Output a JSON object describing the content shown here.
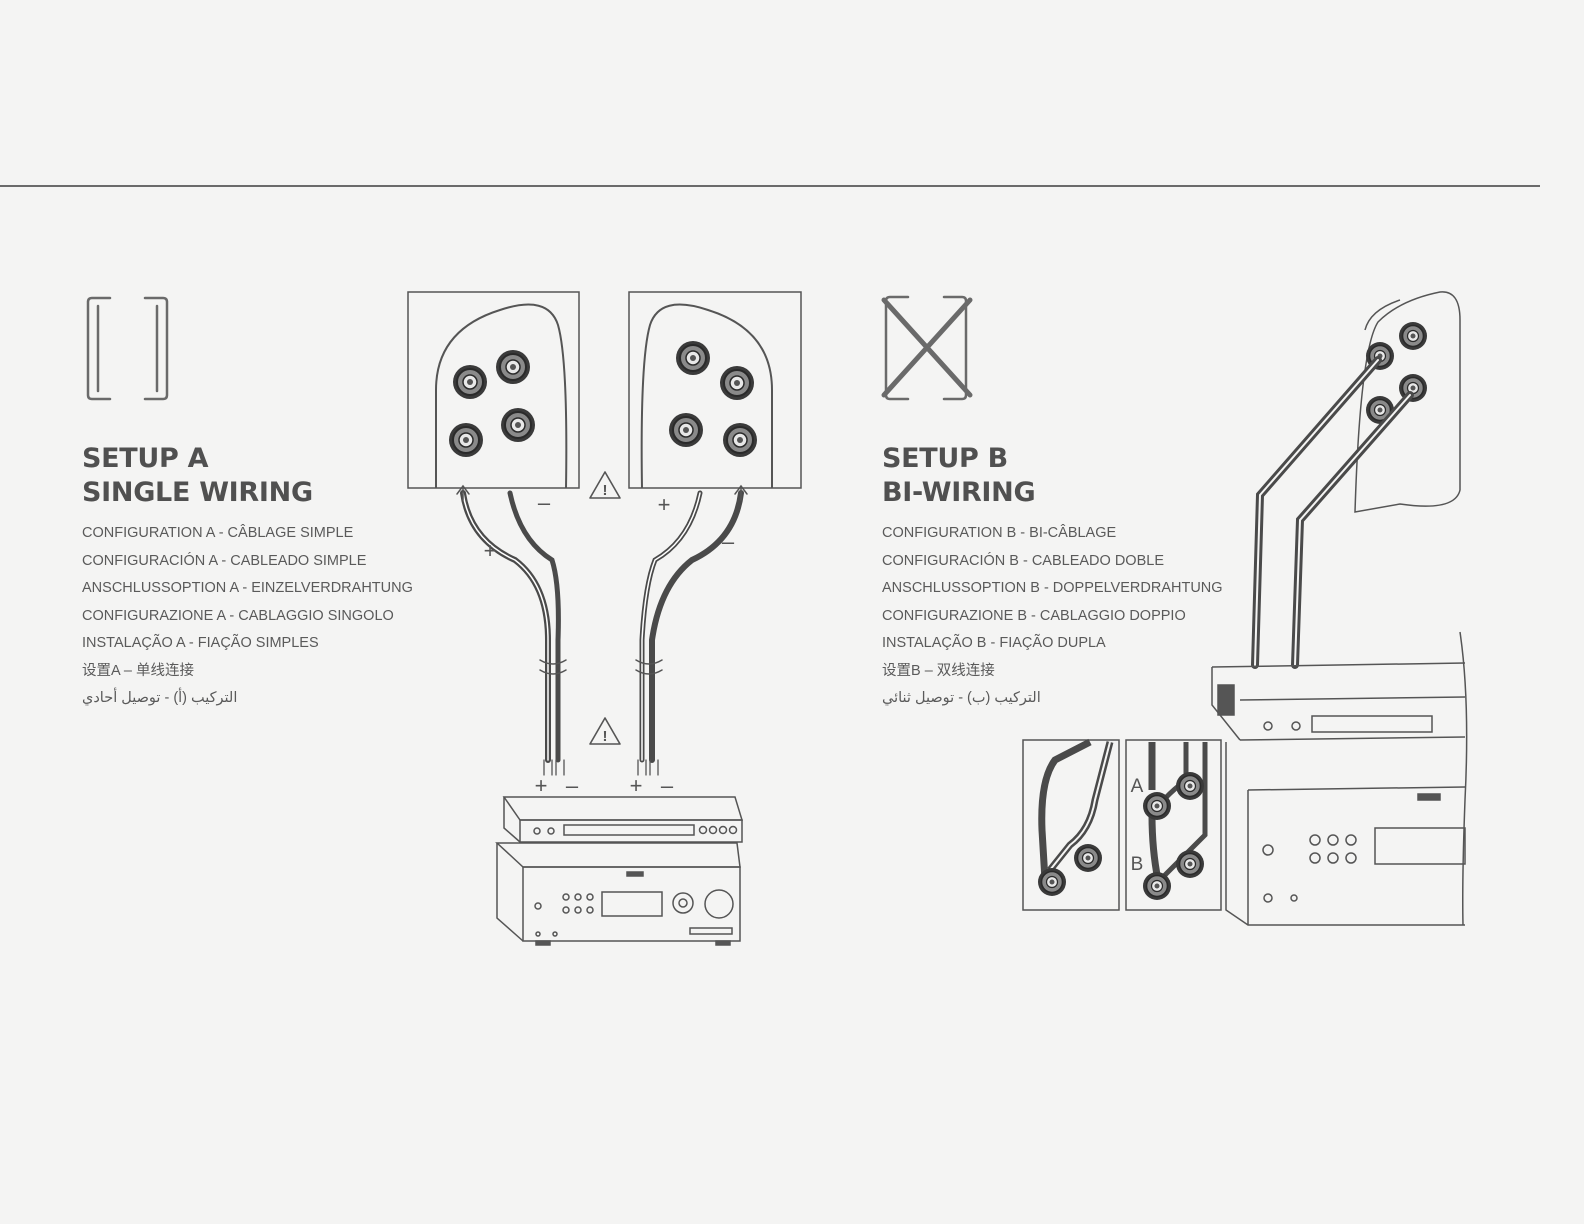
{
  "setup_a": {
    "title_line1": "SETUP A",
    "title_line2": "SINGLE WIRING",
    "translations": [
      "CONFIGURATION A - CÂBLAGE SIMPLE",
      "CONFIGURACIÓN A - CABLEADO SIMPLE",
      "ANSCHLUSSOPTION A - EINZELVERDRAHTUNG",
      "CONFIGURAZIONE A - CABLAGGIO SINGOLO",
      "INSTALAÇÃO A - FIAÇÃO SIMPLES",
      "设置A – 单线连接",
      "التركيب (أ) - توصيل أحادي"
    ]
  },
  "setup_b": {
    "title_line1": "SETUP B",
    "title_line2": "BI-WIRING",
    "translations": [
      "CONFIGURATION B - BI-CÂBLAGE",
      "CONFIGURACIÓN B - CABLEADO DOBLE",
      "ANSCHLUSSOPTION B - DOPPELVERDRAHTUNG",
      "CONFIGURAZIONE B - CABLAGGIO DOPPIO",
      "INSTALAÇÃO B - FIAÇÃO DUPLA",
      "设置B – 双线连接",
      "التركيب (ب) - توصيل ثنائي"
    ]
  },
  "diagram_labels": {
    "plus": "+",
    "minus": "–",
    "warning": "!",
    "terminal_a": "A",
    "terminal_b": "B"
  },
  "icons": {
    "jumper_icon": "bracket-jumpers",
    "no_jumper_icon": "crossed-out-jumpers",
    "warning_icon": "warning-triangle"
  },
  "colors": {
    "background": "#f4f4f3",
    "text": "#555555",
    "line": "#6a6a6a"
  }
}
